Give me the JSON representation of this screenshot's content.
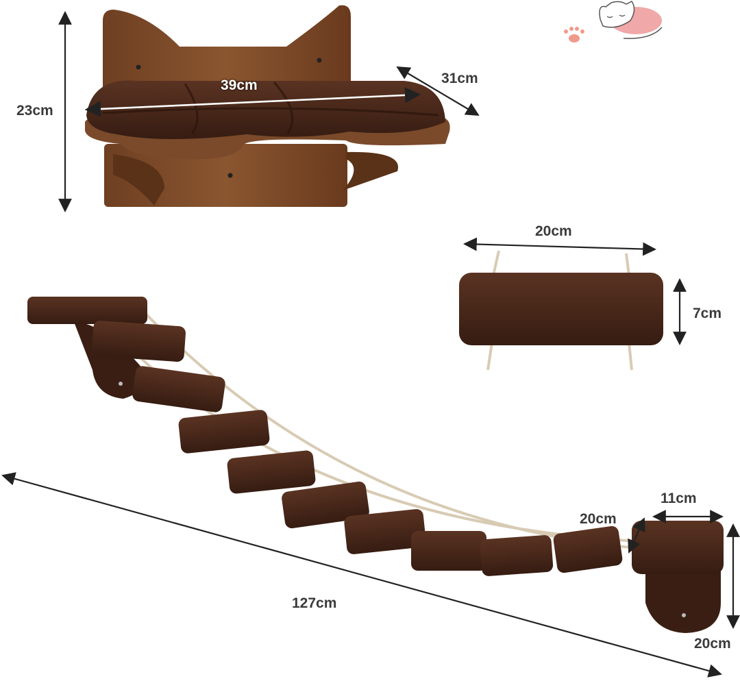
{
  "dimensions": {
    "shelf_height": "23cm",
    "shelf_width": "39cm",
    "shelf_depth": "31cm",
    "step_width": "20cm",
    "step_height": "7cm",
    "bridge_length": "127cm",
    "end_step_width": "20cm",
    "platform_width": "11cm",
    "platform_height": "20cm"
  },
  "colors": {
    "wood": "#7a4a2a",
    "wood_dark": "#5a3218",
    "plush": "#4a2a1c",
    "plush_dark": "#2e1810",
    "rope": "#d8cbb4",
    "arrow": "#222222",
    "logo_pink": "#f0a8a8"
  },
  "icons": [
    "sleeping-cat-logo-icon",
    "paw-print-icon"
  ]
}
